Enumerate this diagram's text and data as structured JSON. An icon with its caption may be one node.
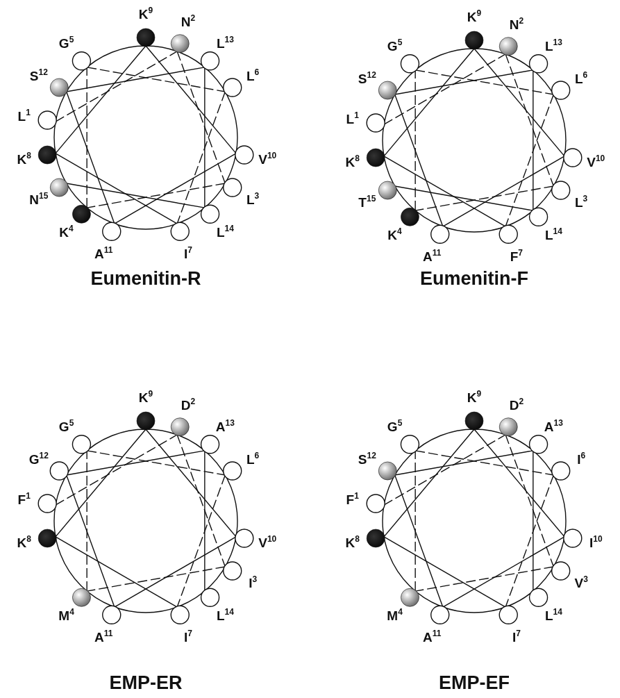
{
  "diagram": {
    "nodes": [
      {
        "text": [],
        "shape": "circle",
        "beside": [
          "L$^{1}$"
        ]
      },
      {
        "text": [],
        "shape": "circle",
        "beside": [
          "N$^{2}$"
        ]
      },
      {
        "text": [],
        "shape": "circle",
        "beside": [
          "L$^{3}$"
        ]
      },
      {
        "text": [],
        "shape": "circle",
        "beside": [
          "K$^{4}$"
        ]
      },
      {
        "text": [],
        "shape": "circle",
        "beside": [
          "G$^{5}$"
        ]
      },
      {
        "text": [],
        "shape": "circle",
        "beside": [
          "L$^{6}$"
        ]
      },
      {
        "text": [],
        "shape": "circle",
        "beside": [
          "I$^{7}$"
        ]
      },
      {
        "text": [],
        "shape": "circle",
        "beside": [
          "K$^{8}$"
        ]
      },
      {
        "text": [],
        "shape": "circle",
        "beside": [
          "K$^{9}$"
        ]
      },
      {
        "text": [],
        "shape": "circle",
        "beside": [
          "V$^{10}$"
        ]
      },
      {
        "text": [],
        "shape": "circle",
        "beside": [
          "A$^{11}$"
        ]
      },
      {
        "text": [],
        "shape": "circle",
        "beside": [
          "S$^{12}$"
        ]
      },
      {
        "text": [],
        "shape": "circle",
        "beside": [
          "L$^{13}$"
        ]
      },
      {
        "text": [],
        "shape": "circle",
        "beside": [
          "L$^{14}$"
        ]
      },
      {
        "text": [],
        "shape": "circle",
        "beside": [
          "N$^{15}$"
        ]
      },
      {
        "text": [],
        "shape": "circle",
        "beside": [
          "L$^{1}$"
        ]
      },
      {
        "text": [],
        "shape": "circle",
        "beside": [
          "N$^{2}$"
        ]
      },
      {
        "text": [],
        "shape": "circle",
        "beside": [
          "L$^{3}$"
        ]
      },
      {
        "text": [],
        "shape": "circle",
        "beside": [
          "K$^{4}$"
        ]
      },
      {
        "text": [],
        "shape": "circle",
        "beside": [
          "G$^{5}$"
        ]
      },
      {
        "text": [],
        "shape": "circle",
        "beside": [
          "L$^{6}$"
        ]
      },
      {
        "text": [],
        "shape": "circle",
        "beside": [
          "F$^{7}$"
        ]
      },
      {
        "text": [],
        "shape": "circle",
        "beside": [
          "K$^{8}$"
        ]
      },
      {
        "text": [],
        "shape": "circle",
        "beside": [
          "K$^{9}$"
        ]
      },
      {
        "text": [],
        "shape": "circle",
        "beside": [
          "V$^{10}$"
        ]
      },
      {
        "text": [],
        "shape": "circle",
        "beside": [
          "A$^{11}$"
        ]
      },
      {
        "text": [],
        "shape": "circle",
        "beside": [
          "S$^{12}$"
        ]
      },
      {
        "text": [],
        "shape": "circle",
        "beside": [
          "L$^{13}$"
        ]
      },
      {
        "text": [],
        "shape": "circle",
        "beside": [
          "L$^{14}$"
        ]
      },
      {
        "text": [],
        "shape": "circle",
        "beside": [
          "T$^{15}$"
        ]
      },
      {
        "text": [],
        "shape": "circle",
        "beside": [
          "F$^{1}$"
        ]
      },
      {
        "text": [],
        "shape": "circle",
        "beside": [
          "D$^{2}$"
        ]
      },
      {
        "text": [],
        "shape": "circle",
        "beside": [
          "I$^{3}$"
        ]
      },
      {
        "text": [],
        "shape": "circle",
        "beside": [
          "M$^{4}$"
        ]
      },
      {
        "text": [],
        "shape": "circle",
        "beside": [
          "G$^{5}$"
        ]
      },
      {
        "text": [],
        "shape": "circle",
        "beside": [
          "L$^{6}$"
        ]
      },
      {
        "text": [],
        "shape": "circle",
        "beside": [
          "I$^{7}$"
        ]
      },
      {
        "text": [],
        "shape": "circle",
        "beside": [
          "K$^{8}$"
        ]
      },
      {
        "text": [],
        "shape": "circle",
        "beside": [
          "K$^{9}$"
        ]
      },
      {
        "text": [],
        "shape": "circle",
        "beside": [
          "V$^{10}$"
        ]
      },
      {
        "text": [],
        "shape": "circle",
        "beside": [
          "A$^{11}$"
        ]
      },
      {
        "text": [],
        "shape": "circle",
        "beside": [
          "G$^{12}$"
        ]
      },
      {
        "text": [],
        "shape": "circle",
        "beside": [
          "A$^{13}$"
        ]
      },
      {
        "text": [],
        "shape": "circle",
        "beside": [
          "L$^{14}$"
        ]
      },
      {
        "text": [],
        "shape": "circle",
        "beside": [
          "F$^{1}$"
        ]
      },
      {
        "text": [],
        "shape": "circle",
        "beside": [
          "D$^{2}$"
        ]
      },
      {
        "text": [],
        "shape": "circle",
        "beside": [
          "V$^{3}$"
        ]
      },
      {
        "text": [],
        "shape": "circle",
        "beside": [
          "M$^{4}$"
        ]
      },
      {
        "text": [],
        "shape": "circle",
        "beside": [
          "G$^{5}$"
        ]
      },
      {
        "text": [],
        "shape": "circle",
        "beside": [
          "I$^{6}$"
        ]
      },
      {
        "text": [],
        "shape": "circle",
        "beside": [
          "I$^{7}$"
        ]
      },
      {
        "text": [],
        "shape": "circle",
        "beside": [
          "K$^{8}$"
        ]
      },
      {
        "text": [],
        "shape": "circle",
        "beside": [
          "K$^{9}$"
        ]
      },
      {
        "text": [],
        "shape": "circle",
        "beside": [
          "I$^{10}$"
        ]
      },
      {
        "text": [],
        "shape": "circle",
        "beside": [
          "A$^{11}$"
        ]
      },
      {
        "text": [],
        "shape": "circle",
        "beside": [
          "S$^{12}$"
        ]
      },
      {
        "text": [],
        "shape": "circle",
        "beside": [
          "A$^{13}$"
        ]
      },
      {
        "text": [],
        "shape": "circle",
        "beside": [
          "L$^{14}$"
        ]
      }
    ],
    "edges": [
      {
        "from": 0,
        "to": 1,
        "arrow": "none",
        "style": "dashed"
      },
      {
        "from": 1,
        "to": 2,
        "arrow": "none",
        "style": "dashed"
      },
      {
        "from": 2,
        "to": 3,
        "arrow": "none",
        "style": "dashed"
      },
      {
        "from": 3,
        "to": 4,
        "arrow": "none",
        "style": "dashed"
      },
      {
        "from": 4,
        "to": 5,
        "arrow": "none",
        "style": "dashed"
      },
      {
        "from": 5,
        "to": 6,
        "arrow": "none",
        "style": "dashed"
      },
      {
        "from": 6,
        "to": 7,
        "arrow": "none"
      },
      {
        "from": 7,
        "to": 8,
        "arrow": "none"
      },
      {
        "from": 8,
        "to": 9,
        "arrow": "none"
      },
      {
        "from": 9,
        "to": 10,
        "arrow": "none"
      },
      {
        "from": 10,
        "to": 11,
        "arrow": "none"
      },
      {
        "from": 11,
        "to": 12,
        "arrow": "none"
      },
      {
        "from": 12,
        "to": 13,
        "arrow": "none"
      },
      {
        "from": 13,
        "to": 14,
        "arrow": "none"
      },
      {
        "from": 15,
        "to": 16,
        "arrow": "none",
        "style": "dashed"
      },
      {
        "from": 16,
        "to": 17,
        "arrow": "none",
        "style": "dashed"
      },
      {
        "from": 17,
        "to": 18,
        "arrow": "none",
        "style": "dashed"
      },
      {
        "from": 18,
        "to": 19,
        "arrow": "none",
        "style": "dashed"
      },
      {
        "from": 19,
        "to": 20,
        "arrow": "none",
        "style": "dashed"
      },
      {
        "from": 20,
        "to": 21,
        "arrow": "none",
        "style": "dashed"
      },
      {
        "from": 21,
        "to": 22,
        "arrow": "none"
      },
      {
        "from": 22,
        "to": 23,
        "arrow": "none"
      },
      {
        "from": 23,
        "to": 24,
        "arrow": "none"
      },
      {
        "from": 24,
        "to": 25,
        "arrow": "none"
      },
      {
        "from": 25,
        "to": 26,
        "arrow": "none"
      },
      {
        "from": 26,
        "to": 27,
        "arrow": "none"
      },
      {
        "from": 27,
        "to": 28,
        "arrow": "none"
      },
      {
        "from": 28,
        "to": 29,
        "arrow": "none"
      },
      {
        "from": 30,
        "to": 31,
        "arrow": "none",
        "style": "dashed"
      },
      {
        "from": 31,
        "to": 32,
        "arrow": "none",
        "style": "dashed"
      },
      {
        "from": 32,
        "to": 33,
        "arrow": "none",
        "style": "dashed"
      },
      {
        "from": 33,
        "to": 34,
        "arrow": "none",
        "style": "dashed"
      },
      {
        "from": 34,
        "to": 35,
        "arrow": "none",
        "style": "dashed"
      },
      {
        "from": 35,
        "to": 36,
        "arrow": "none",
        "style": "dashed"
      },
      {
        "from": 36,
        "to": 37,
        "arrow": "none"
      },
      {
        "from": 37,
        "to": 38,
        "arrow": "none"
      },
      {
        "from": 38,
        "to": 39,
        "arrow": "none"
      },
      {
        "from": 39,
        "to": 40,
        "arrow": "none"
      },
      {
        "from": 40,
        "to": 41,
        "arrow": "none"
      },
      {
        "from": 41,
        "to": 42,
        "arrow": "none"
      },
      {
        "from": 42,
        "to": 43,
        "arrow": "none"
      },
      {
        "from": 44,
        "to": 45,
        "arrow": "none",
        "style": "dashed"
      },
      {
        "from": 45,
        "to": 46,
        "arrow": "none",
        "style": "dashed"
      },
      {
        "from": 46,
        "to": 47,
        "arrow": "none",
        "style": "dashed"
      },
      {
        "from": 47,
        "to": 48,
        "arrow": "none",
        "style": "dashed"
      },
      {
        "from": 48,
        "to": 49,
        "arrow": "none",
        "style": "dashed"
      },
      {
        "from": 49,
        "to": 50,
        "arrow": "none",
        "style": "dashed"
      },
      {
        "from": 50,
        "to": 51,
        "arrow": "none"
      },
      {
        "from": 51,
        "to": 52,
        "arrow": "none"
      },
      {
        "from": 52,
        "to": 53,
        "arrow": "none"
      },
      {
        "from": 53,
        "to": 54,
        "arrow": "none"
      },
      {
        "from": 54,
        "to": 55,
        "arrow": "none"
      },
      {
        "from": 55,
        "to": 56,
        "arrow": "none"
      },
      {
        "from": 56,
        "to": 57,
        "arrow": "none"
      }
    ],
    "labels": [
      "Eumenitin-R",
      "Eumenitin-F",
      "EMP-ER",
      "EMP-EF"
    ]
  }
}
